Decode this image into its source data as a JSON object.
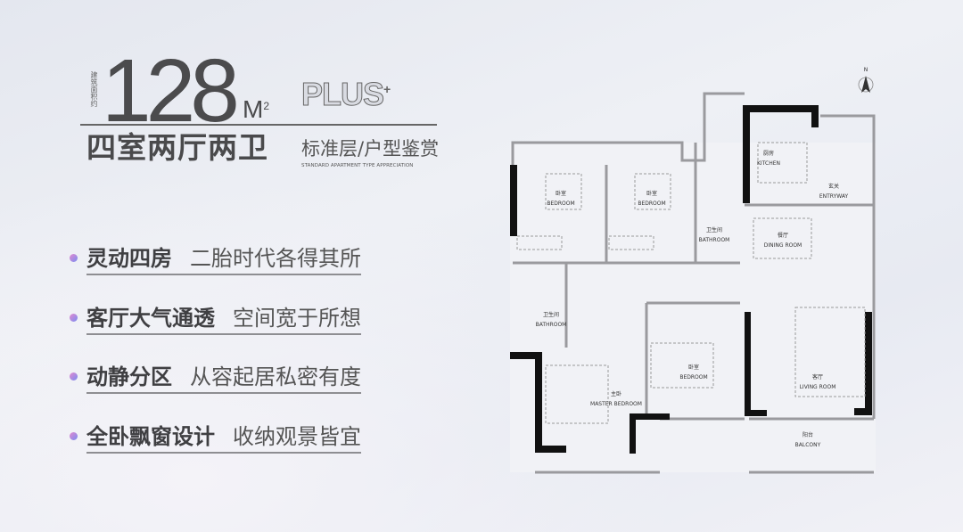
{
  "header": {
    "area_label": "建筑面积约",
    "area_value": "128",
    "area_unit": "M",
    "area_unit_sup": "2",
    "layout": "四室两厅两卫",
    "plus": "PLUS",
    "plus_sup": "+",
    "standard_title": "标准层/户型鉴赏",
    "standard_subtitle": "STANDARD APARTMENT TYPE APPRECIATION"
  },
  "features": [
    {
      "bold": "灵动四房",
      "normal": "二胎时代各得其所"
    },
    {
      "bold": "客厅大气通透",
      "normal": "空间宽于所想"
    },
    {
      "bold": "动静分区",
      "normal": "从容起居私密有度"
    },
    {
      "bold": "全卧飘窗设计",
      "normal": "收纳观景皆宜"
    }
  ],
  "plan": {
    "compass": "N",
    "rooms": [
      {
        "cn": "厨房",
        "en": "KITCHEN"
      },
      {
        "cn": "玄关",
        "en": "ENTRYWAY"
      },
      {
        "cn": "卧室",
        "en": "BEDROOM"
      },
      {
        "cn": "卧室",
        "en": "BEDROOM"
      },
      {
        "cn": "卫生间",
        "en": "BATHROOM"
      },
      {
        "cn": "餐厅",
        "en": "DINING ROOM"
      },
      {
        "cn": "卫生间",
        "en": "BATHROOM"
      },
      {
        "cn": "卧室",
        "en": "BEDROOM"
      },
      {
        "cn": "客厅",
        "en": "LIVING ROOM"
      },
      {
        "cn": "主卧",
        "en": "MASTER BEDROOM"
      },
      {
        "cn": "阳台",
        "en": "BALCONY"
      }
    ]
  }
}
